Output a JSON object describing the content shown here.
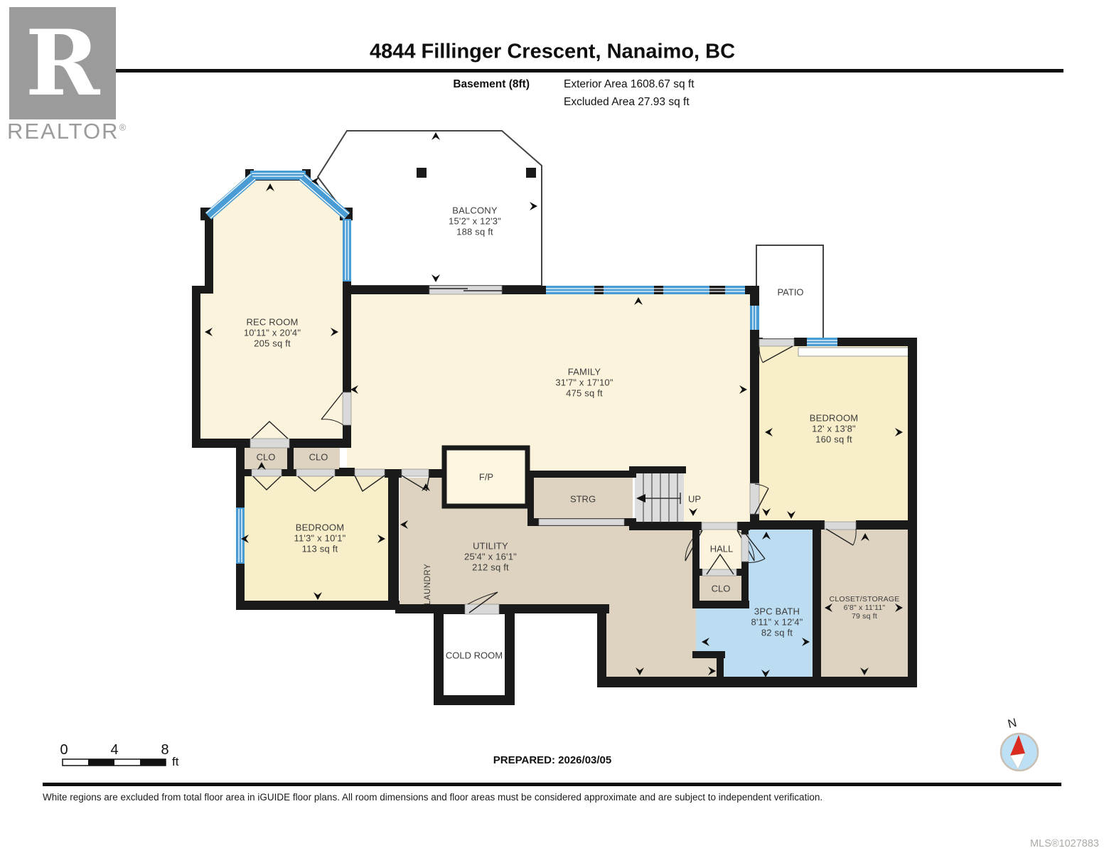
{
  "header": {
    "title": "4844 Fillinger Crescent, Nanaimo, BC",
    "floor_label": "Basement (8ft)",
    "exterior_area": "Exterior Area 1608.67 sq ft",
    "excluded_area": "Excluded Area 27.93 sq ft"
  },
  "branding": {
    "logo_letter": "R",
    "logo_text": "REALTOR",
    "registered_mark": "®"
  },
  "rooms": {
    "balcony": {
      "name": "BALCONY",
      "dims": "15'2\" x 12'3\"",
      "area": "188 sq ft"
    },
    "rec_room": {
      "name": "REC ROOM",
      "dims": "10'11\" x 20'4\"",
      "area": "205 sq ft"
    },
    "family": {
      "name": "FAMILY",
      "dims": "31'7\" x 17'10\"",
      "area": "475 sq ft"
    },
    "patio": {
      "name": "PATIO"
    },
    "bedroom_right": {
      "name": "BEDROOM",
      "dims": "12' x 13'8\"",
      "area": "160 sq ft"
    },
    "bedroom_left": {
      "name": "BEDROOM",
      "dims": "11'3\" x 10'1\"",
      "area": "113 sq ft"
    },
    "utility": {
      "name": "UTILITY",
      "dims": "25'4\" x 16'1\"",
      "area": "212 sq ft"
    },
    "laundry": {
      "name": "LAUNDRY"
    },
    "bath": {
      "name": "3PC BATH",
      "dims": "8'11\" x 12'4\"",
      "area": "82 sq ft"
    },
    "closet_storage": {
      "name": "CLOSET/STORAGE",
      "dims": "6'8\" x 11'11\"",
      "area": "79 sq ft"
    },
    "cold_room": {
      "name": "COLD ROOM"
    },
    "hall": {
      "name": "HALL"
    },
    "closet1": {
      "name": "CLO"
    },
    "closet2": {
      "name": "CLO"
    },
    "hall_closet": {
      "name": "CLO"
    },
    "storage": {
      "name": "STRG"
    },
    "fireplace": {
      "name": "F/P"
    },
    "stairs_label": {
      "name": "UP"
    }
  },
  "scale_bar": {
    "tick0": "0",
    "tick1": "4",
    "tick2": "8",
    "unit": "ft"
  },
  "compass": {
    "north_label": "N"
  },
  "footer": {
    "prepared": "PREPARED: 2026/03/05",
    "disclaimer": "White regions are excluded from total floor area in iGUIDE floor plans. All room dimensions and floor areas must be considered approximate and are subject to independent verification.",
    "mls": "MLS®1027883"
  },
  "colors": {
    "room_cream": "#FBF3DB",
    "room_cream2": "#F8EEC9",
    "room_tan": "#DDD3C0",
    "bath_blue": "#BCDDF1",
    "window_blue": "#4A9CD4",
    "wall": "#1A1A1A"
  }
}
